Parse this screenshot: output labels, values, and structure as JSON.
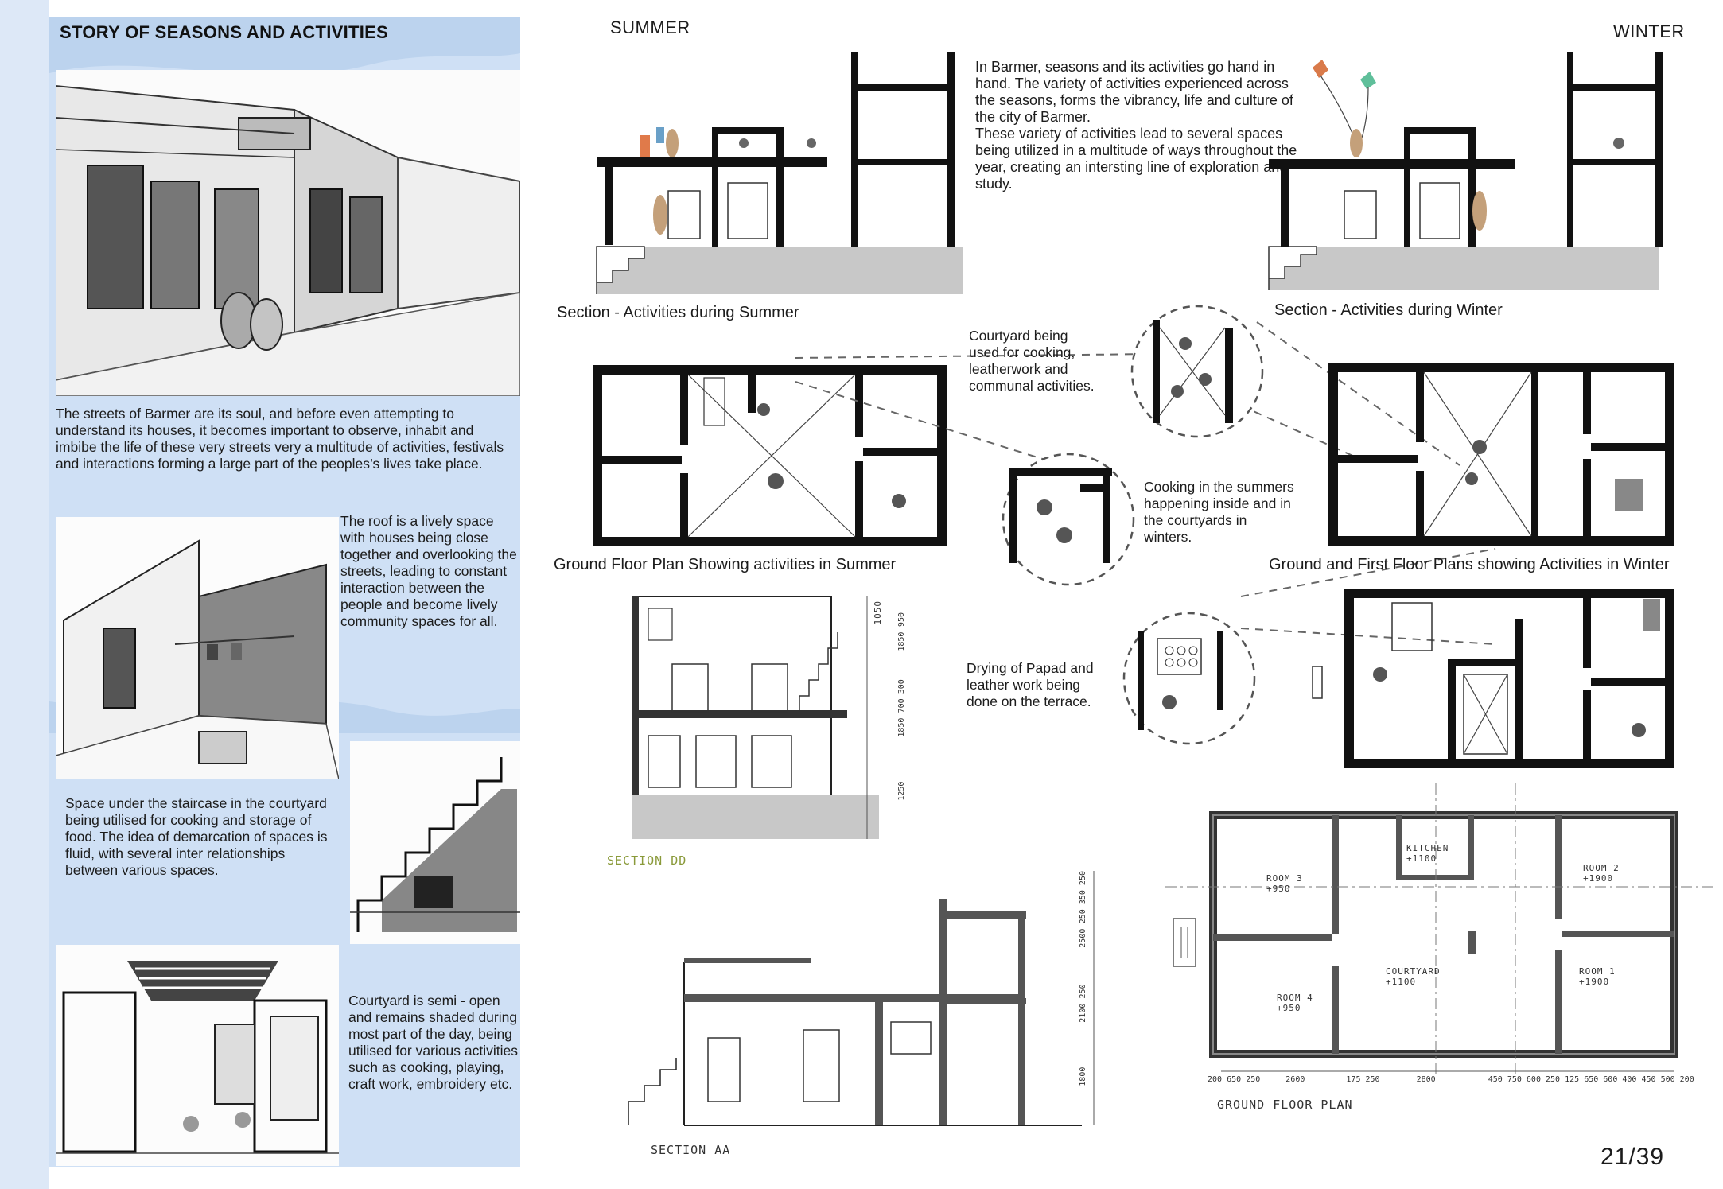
{
  "left_panel": {
    "title": "STORY OF SEASONS AND ACTIVITIES",
    "intro": "The streets of Barmer are its soul, and before even attempting to understand its houses, it becomes important to observe, inhabit and imbibe the life of these very streets very a multitude of activities, festivals and interactions forming a large part of the peoples’s lives take place.",
    "roof_text": "The roof is a lively space with houses being close together and overlooking the streets, leading to constant interaction between the people and become lively community spaces for all.",
    "staircase_text": "Space under the staircase in the courtyard being utilised for cooking and storage of food. The idea of demarcation of spaces is fluid, with several inter relationships between various spaces.",
    "courtyard_text": "Courtyard is semi - open and remains shaded during most part of the day, being utilised for various activities such as cooking, playing, craft work, embroidery etc."
  },
  "seasons": {
    "summer": "SUMMER",
    "winter": "WINTER"
  },
  "captions": {
    "section_summer": "Section - Activities during Summer",
    "section_winter": "Section - Activities during Winter",
    "plan_summer": "Ground Floor Plan Showing activities in Summer",
    "plan_winter": "Ground and First Floor Plans showing Activities in Winter"
  },
  "intro_paragraph": "In Barmer, seasons and its activities go hand in hand. The variety of activities experienced across the seasons, forms the vibrancy, life and culture of the city of Barmer.\n        These variety of activities lead to several spaces being utilized in a multitude of ways throughout the year, creating an intersting line of exploration and study.",
  "annotations": {
    "courtyard": "Courtyard being\nused for cooking,\nleatherwork and\ncommunal activities.",
    "cooking": "Cooking in the summers\nhappening inside and in\nthe courtyards in\nwinters.",
    "papad": "Drying of Papad and\nleather work being\ndone on the terrace."
  },
  "drawing_labels": {
    "section_dd": "SECTION  DD",
    "section_aa": "SECTION AA",
    "ground_floor_plan": "GROUND FLOOR  PLAN",
    "room3": "ROOM 3",
    "room3_level": "+950",
    "kitchen": "KITCHEN",
    "kitchen_level": "+1100",
    "room2": "ROOM 2",
    "room2_level": "+1900",
    "room4": "ROOM 4",
    "room4_level": "+950",
    "courtyard": "COURTYARD",
    "courtyard_level": "+1100",
    "room1": "ROOM 1",
    "room1_level": "+1900",
    "dims_dd": [
      "1050",
      "950",
      "1850",
      "300",
      "700",
      "1850",
      "1250"
    ],
    "dims_aa": [
      "250",
      "350",
      "250",
      "2500",
      "250",
      "2100",
      "1800"
    ],
    "dims_plan": [
      "200",
      "650",
      "250",
      "2600",
      "175",
      "250",
      "2800",
      "450",
      "750",
      "600",
      "250",
      "125",
      "650",
      "600",
      "400",
      "450",
      "500",
      "200"
    ]
  },
  "page_number": "21/39"
}
